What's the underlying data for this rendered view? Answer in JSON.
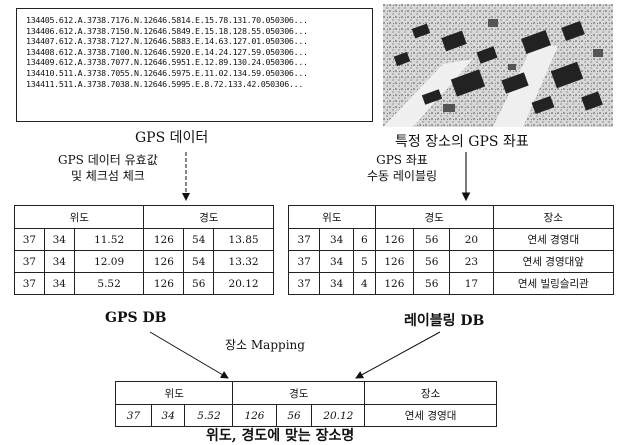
{
  "gps_data": {
    "lines": [
      "134405.612.A.3738.7176.N.12646.5814.E.15.78.131.70.050306...",
      "134406.612.A.3738.7150.N.12646.5849.E.15.18.128.55.050306...",
      "134407.612.A.3738.7127.N.12646.5883.E.14.63.127.01.050306...",
      "134408.612.A.3738.7100.N.12646.5920.E.14.24.127.59.050306...",
      "134409.612.A.3738.7077.N.12646.5951.E.12.89.130.24.050306...",
      "134410.511.A.3738.7055.N.12646.5975.E.11.02.134.59.050306...",
      "134411.511.A.3738.7038.N.12646.5995.E.8.72.133.42.050306..."
    ],
    "caption": "GPS 데이터"
  },
  "photo": {
    "caption": "특정 장소의 GPS 좌표"
  },
  "steps": {
    "left_line1": "GPS 데이터 유효값",
    "left_line2": "및 체크섬 체크",
    "right_line1": "GPS 좌표",
    "right_line2": "수동 레이블링",
    "mapping": "장소 Mapping"
  },
  "gps_db": {
    "caption": "GPS DB",
    "header": [
      "위도",
      "경도"
    ],
    "rows": [
      [
        "37",
        "34",
        "11.52",
        "126",
        "54",
        "13.85"
      ],
      [
        "37",
        "34",
        "12.09",
        "126",
        "54",
        "13.32"
      ],
      [
        "37",
        "34",
        "5.52",
        "126",
        "56",
        "20.12"
      ]
    ]
  },
  "label_db": {
    "caption": "레이블링 DB",
    "header": [
      "위도",
      "경도",
      "장소"
    ],
    "rows": [
      [
        "37",
        "34",
        "6",
        "126",
        "56",
        "20",
        "연세 경영대"
      ],
      [
        "37",
        "34",
        "5",
        "126",
        "56",
        "23",
        "연세 경영대앞"
      ],
      [
        "37",
        "34",
        "4",
        "126",
        "56",
        "17",
        "연세 빌링슬리관"
      ]
    ]
  },
  "result": {
    "caption": "위도, 경도에 맞는 장소명",
    "header": [
      "위도",
      "경도",
      "장소"
    ],
    "row": [
      "37",
      "34",
      "5.52",
      "126",
      "56",
      "20.12",
      "연세 경영대"
    ]
  }
}
